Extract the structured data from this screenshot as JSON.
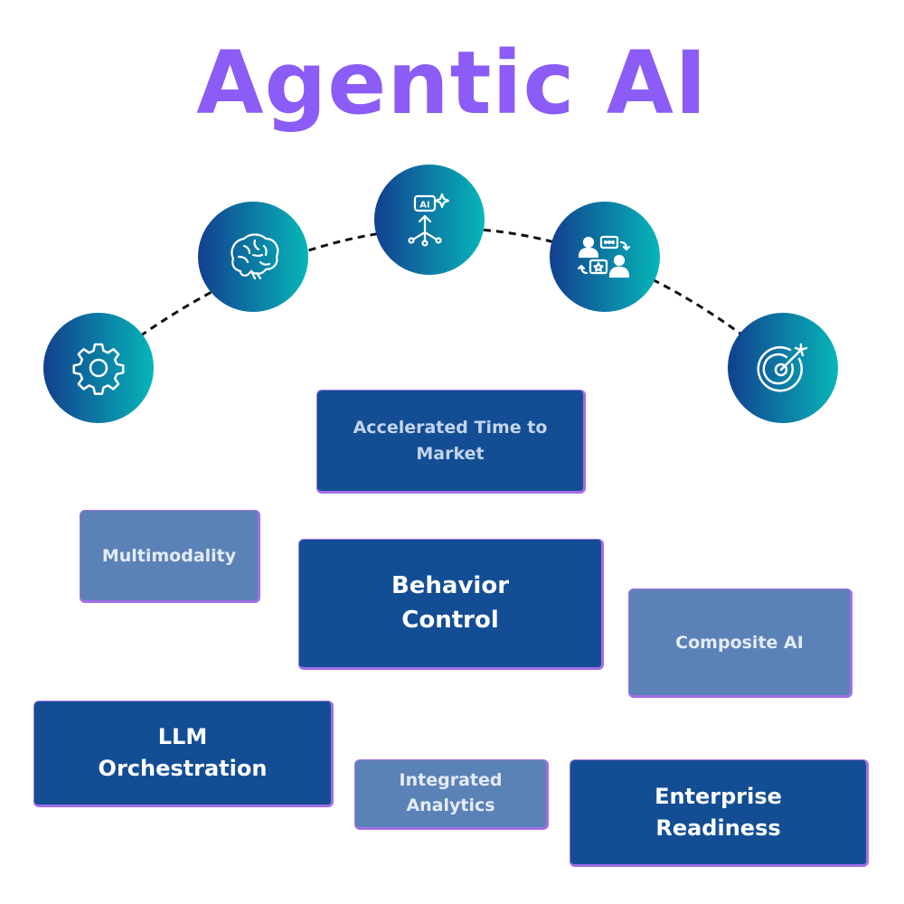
{
  "title": "Agentic AI",
  "colors": {
    "title": "#8b5cf6",
    "circle_gradient_start": "#123f8f",
    "circle_gradient_end": "#06b6b8",
    "box_dark": "#134e94",
    "box_light": "#5b82b7",
    "box_border": "#a36ee6",
    "arc_line": "#111111"
  },
  "icons": [
    "gear-icon",
    "brain-icon",
    "ai-network-icon",
    "collaboration-icon",
    "target-icon"
  ],
  "boxes": [
    {
      "label": "Accelerated Time to Market",
      "style": "dark"
    },
    {
      "label": "Multimodality",
      "style": "light"
    },
    {
      "label": "Behavior Control",
      "style": "dark"
    },
    {
      "label": "Composite AI",
      "style": "light"
    },
    {
      "label": "LLM Orchestration",
      "style": "dark"
    },
    {
      "label": "Integrated Analytics",
      "style": "light"
    },
    {
      "label": "Enterprise Readiness",
      "style": "dark"
    }
  ]
}
